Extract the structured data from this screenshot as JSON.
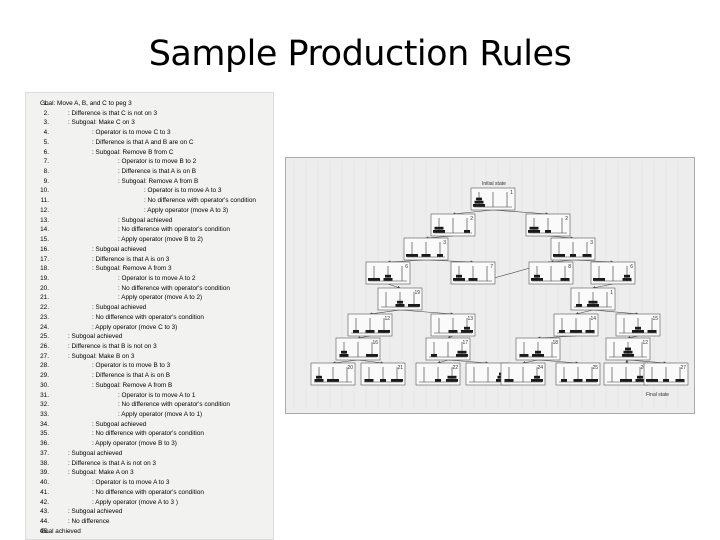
{
  "slide": {
    "title": "Sample Production Rules"
  },
  "rules": [
    {
      "n": "1.",
      "d": 0,
      "t": "Goal: Move A, B, and C to peg 3"
    },
    {
      "n": "2.",
      "d": 1,
      "t": ": Difference is that C is not on 3"
    },
    {
      "n": "3.",
      "d": 1,
      "t": ": Subgoal: Make C on 3"
    },
    {
      "n": "4.",
      "d": 2,
      "t": ": Operator is to move C to 3"
    },
    {
      "n": "5.",
      "d": 2,
      "t": ": Difference is that A and B are on C"
    },
    {
      "n": "6.",
      "d": 2,
      "t": ": Subgoal: Remove B from C"
    },
    {
      "n": "7.",
      "d": 3,
      "t": ": Operator is to move B to 2"
    },
    {
      "n": "8.",
      "d": 3,
      "t": ": Difference is that A is on B"
    },
    {
      "n": "9.",
      "d": 3,
      "t": ": Subgoal: Remove A from B"
    },
    {
      "n": "10.",
      "d": 4,
      "t": ": Operator is to move A to 3"
    },
    {
      "n": "11.",
      "d": 4,
      "t": ": No difference with operator's condition"
    },
    {
      "n": "12.",
      "d": 4,
      "t": ": Apply operator (move A to 3)"
    },
    {
      "n": "13.",
      "d": 3,
      "t": ": Subgoal achieved"
    },
    {
      "n": "14.",
      "d": 3,
      "t": ": No difference with operator's condition"
    },
    {
      "n": "15.",
      "d": 3,
      "t": ": Apply operator (move B to 2)"
    },
    {
      "n": "16.",
      "d": 2,
      "t": ": Subgoal achieved"
    },
    {
      "n": "17.",
      "d": 2,
      "t": ": Difference is that A is on 3"
    },
    {
      "n": "18.",
      "d": 2,
      "t": ": Subgoal: Remove A from 3"
    },
    {
      "n": "19.",
      "d": 3,
      "t": ": Operator is to move A to 2"
    },
    {
      "n": "20.",
      "d": 3,
      "t": ": No difference with operator's condition"
    },
    {
      "n": "21.",
      "d": 3,
      "t": ": Apply operator (move A to 2)"
    },
    {
      "n": "22.",
      "d": 2,
      "t": ": Subgoal achieved"
    },
    {
      "n": "23.",
      "d": 2,
      "t": ": No difference with operator's condition"
    },
    {
      "n": "24.",
      "d": 2,
      "t": ": Apply operator (move C to 3)"
    },
    {
      "n": "25.",
      "d": 1,
      "t": ": Subgoal achieved"
    },
    {
      "n": "26.",
      "d": 1,
      "t": ": Difference is that B is not on 3"
    },
    {
      "n": "27.",
      "d": 1,
      "t": ": Subgoal: Make B on 3"
    },
    {
      "n": "28.",
      "d": 2,
      "t": ": Operator is to move B to 3"
    },
    {
      "n": "29.",
      "d": 2,
      "t": ": Difference is that A is on B"
    },
    {
      "n": "30.",
      "d": 2,
      "t": ": Subgoal: Remove A from B"
    },
    {
      "n": "31.",
      "d": 3,
      "t": ": Operator is to move A to 1"
    },
    {
      "n": "32.",
      "d": 3,
      "t": ": No difference with operator's condition"
    },
    {
      "n": "33.",
      "d": 3,
      "t": ": Apply operator (move A to 1)"
    },
    {
      "n": "34.",
      "d": 2,
      "t": ": Subgoal achieved"
    },
    {
      "n": "35.",
      "d": 2,
      "t": ": No difference with operator's condition"
    },
    {
      "n": "36.",
      "d": 2,
      "t": ": Apply operator (move B to 3)"
    },
    {
      "n": "37.",
      "d": 1,
      "t": ": Subgoal achieved"
    },
    {
      "n": "38.",
      "d": 1,
      "t": ": Difference is that A is not on 3"
    },
    {
      "n": "39.",
      "d": 1,
      "t": ": Subgoal: Make A on 3"
    },
    {
      "n": "40.",
      "d": 2,
      "t": ": Operator is to move A to 3"
    },
    {
      "n": "41.",
      "d": 2,
      "t": ": No difference with operator's condition"
    },
    {
      "n": "42.",
      "d": 2,
      "t": ": Apply operator (move A to 3 )"
    },
    {
      "n": "43.",
      "d": 1,
      "t": ": Subgoal achieved"
    },
    {
      "n": "44.",
      "d": 1,
      "t": ": No difference"
    },
    {
      "n": "45.",
      "d": 0,
      "t": "Goal achieved"
    }
  ],
  "figure": {
    "start_label": "Initial state",
    "end_label": "Final state",
    "colors": {
      "disk": "#1a1a1a",
      "peg": "#333333",
      "box": "#555555",
      "arrow": "#444444"
    },
    "states": [
      {
        "id": "s1",
        "label": "1",
        "pegs": [
          [
            "C",
            "B",
            "A"
          ],
          [],
          []
        ]
      },
      {
        "id": "s2a",
        "label": "2",
        "pegs": [
          [
            "C",
            "B"
          ],
          [],
          [
            "A"
          ]
        ]
      },
      {
        "id": "s2b",
        "label": "2",
        "pegs": [
          [
            "C",
            "B"
          ],
          [
            "A"
          ],
          []
        ]
      },
      {
        "id": "s3a",
        "label": "3",
        "pegs": [
          [
            "C"
          ],
          [
            "B"
          ],
          [
            "A"
          ]
        ]
      },
      {
        "id": "s3b",
        "label": "3",
        "pegs": [
          [
            "C"
          ],
          [
            "A"
          ],
          [
            "B"
          ]
        ]
      },
      {
        "id": "s4a",
        "label": "6",
        "pegs": [
          [
            "C"
          ],
          [
            "B",
            "A"
          ],
          []
        ]
      },
      {
        "id": "s4b",
        "label": "7",
        "pegs": [
          [
            "C",
            "A"
          ],
          [
            "B"
          ],
          []
        ]
      },
      {
        "id": "s4c",
        "label": "8",
        "pegs": [
          [
            "C",
            "A"
          ],
          [],
          [
            "B"
          ]
        ]
      },
      {
        "id": "s4d",
        "label": "6",
        "pegs": [
          [
            "C"
          ],
          [],
          [
            "B",
            "A"
          ]
        ]
      },
      {
        "id": "s5a",
        "label": "19",
        "pegs": [
          [],
          [
            "B",
            "A"
          ],
          [
            "C"
          ]
        ]
      },
      {
        "id": "s5b",
        "label": "1",
        "pegs": [
          [
            "A"
          ],
          [
            "C",
            "B"
          ],
          []
        ]
      },
      {
        "id": "s6a",
        "label": "12",
        "pegs": [
          [
            "A"
          ],
          [
            "B"
          ],
          [
            "C"
          ]
        ]
      },
      {
        "id": "s6b",
        "label": "13",
        "pegs": [
          [],
          [
            "B"
          ],
          [
            "C",
            "A"
          ]
        ]
      },
      {
        "id": "s6c",
        "label": "14",
        "pegs": [
          [
            "A"
          ],
          [
            "C"
          ],
          [
            "B"
          ]
        ]
      },
      {
        "id": "s6d",
        "label": "15",
        "pegs": [
          [],
          [
            "C",
            "A"
          ],
          [
            "B"
          ]
        ]
      },
      {
        "id": "s7a",
        "label": "16",
        "pegs": [
          [
            "B",
            "A"
          ],
          [],
          [
            "C"
          ]
        ]
      },
      {
        "id": "s7b",
        "label": "17",
        "pegs": [
          [
            "A"
          ],
          [],
          [
            "C",
            "B"
          ]
        ]
      },
      {
        "id": "s7c",
        "label": "18",
        "pegs": [
          [
            "B"
          ],
          [
            "C",
            "A"
          ],
          []
        ]
      },
      {
        "id": "s7d",
        "label": "12",
        "pegs": [
          [],
          [
            "C",
            "B",
            "A"
          ],
          []
        ]
      },
      {
        "id": "s8a",
        "label": "20",
        "pegs": [
          [
            "B",
            "A"
          ],
          [
            "C"
          ],
          []
        ]
      },
      {
        "id": "s8b",
        "label": "21",
        "pegs": [
          [
            "B"
          ],
          [
            "A"
          ],
          [
            "C"
          ]
        ]
      },
      {
        "id": "s8c",
        "label": "22",
        "pegs": [
          [],
          [
            "A"
          ],
          [
            "C",
            "B"
          ]
        ]
      },
      {
        "id": "s8d",
        "label": "23",
        "pegs": [
          [],
          [],
          [
            "C",
            "B",
            "A"
          ]
        ]
      },
      {
        "id": "s8e",
        "label": "24",
        "pegs": [
          [
            "B"
          ],
          [],
          [
            "C",
            "A"
          ]
        ]
      },
      {
        "id": "s8f",
        "label": "25",
        "pegs": [
          [
            "A"
          ],
          [
            "B"
          ],
          [
            "C"
          ]
        ]
      },
      {
        "id": "s8g",
        "label": "26",
        "pegs": [
          [],
          [
            "C"
          ],
          [
            "B",
            "A"
          ]
        ]
      },
      {
        "id": "s8h",
        "label": "27",
        "pegs": [
          [
            "C"
          ],
          [
            "A"
          ],
          [
            "B"
          ]
        ]
      }
    ]
  }
}
